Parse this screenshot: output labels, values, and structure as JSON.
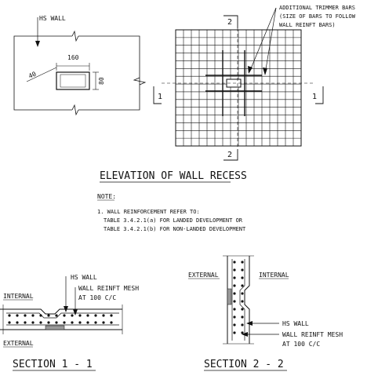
{
  "elevation": {
    "hs_wall_label": "HS WALL",
    "dim_width": "160",
    "dim_height": "80",
    "dim_offset": "40",
    "trimmer_line1": "ADDITIONAL TRIMMER BARS",
    "trimmer_line2": "(SIZE OF BARS TO FOLLOW",
    "trimmer_line3": "WALL REINFT BARS)",
    "section_mark_2": "2",
    "section_mark_1": "1",
    "title": "ELEVATION OF WALL RECESS"
  },
  "note": {
    "heading": "NOTE:",
    "line1": "1. WALL REINFORCEMENT REFER TO:",
    "line2": "TABLE 3.4.2.1(a) FOR LANDED DEVELOPMENT OR",
    "line3": "TABLE 3.4.2.1(b) FOR NON-LANDED DEVELOPMENT"
  },
  "section11": {
    "hs_wall_label": "HS WALL",
    "mesh_line1": "WALL REINFT MESH",
    "mesh_line2": "AT 100 C/C",
    "internal_label": "INTERNAL",
    "external_label": "EXTERNAL",
    "title": "SECTION 1 - 1"
  },
  "section22": {
    "external_label": "EXTERNAL",
    "internal_label": "INTERNAL",
    "hs_wall_label": "HS WALL",
    "mesh_line1": "WALL REINFT MESH",
    "mesh_line2": "AT 100 C/C",
    "title": "SECTION 2 - 2"
  }
}
